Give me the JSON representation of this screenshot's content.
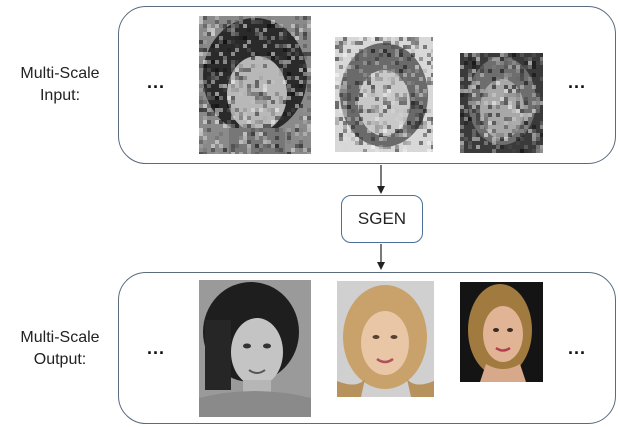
{
  "input_section": {
    "label_line1": "Multi-Scale",
    "label_line2": "Input:",
    "ellipsis_left": "...",
    "ellipsis_right": "...",
    "images": [
      "noisy-face-large",
      "noisy-face-medium",
      "noisy-face-small"
    ]
  },
  "model": {
    "name": "SGEN"
  },
  "output_section": {
    "label_line1": "Multi-Scale",
    "label_line2": "Output:",
    "ellipsis_left": "...",
    "ellipsis_right": "...",
    "images": [
      "face-photo-large",
      "face-photo-medium",
      "face-photo-small"
    ]
  }
}
